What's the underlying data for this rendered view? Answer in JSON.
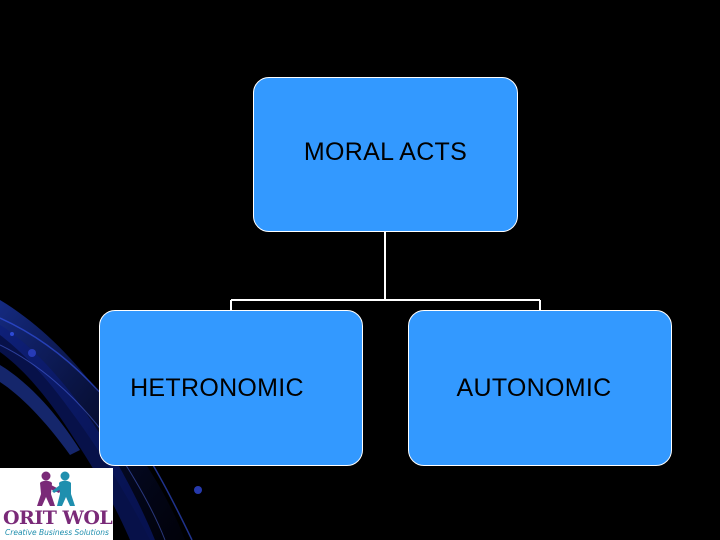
{
  "diagram": {
    "root": {
      "label": "MORAL ACTS"
    },
    "children": [
      {
        "label": "HETRONOMIC"
      },
      {
        "label": "AUTONOMIC"
      }
    ]
  },
  "logo": {
    "name": "ORIT WOLF",
    "tagline": "Creative Business Solutions"
  },
  "colors": {
    "background": "#000000",
    "node_fill": "#3399ff",
    "node_border": "#ffffff",
    "connector": "#ffffff",
    "logo_purple": "#7a2a78",
    "logo_teal": "#1f8fae"
  }
}
